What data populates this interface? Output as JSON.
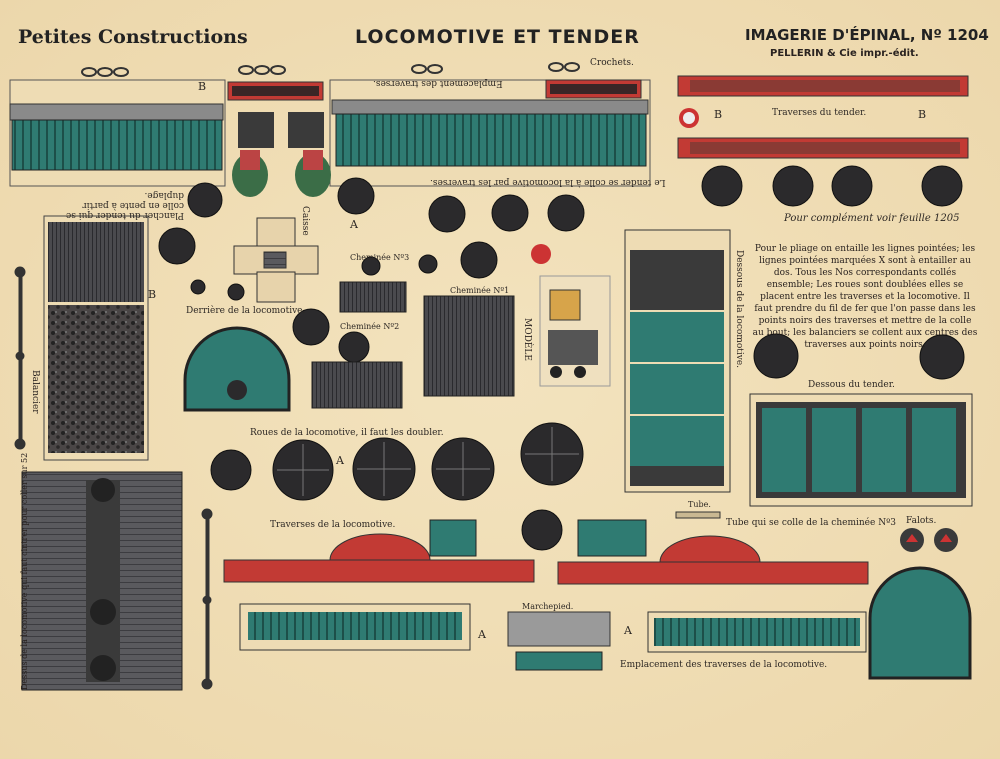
{
  "header": {
    "left_title": "Petites Constructions",
    "center_title": "LOCOMOTIVE ET TENDER",
    "right_title": "IMAGERIE D'ÉPINAL, Nº 1204",
    "publisher": "PELLERIN & Cie impr.-édit."
  },
  "labels": {
    "crochets": "Crochets.",
    "emplacement_traverses": "Emplacement des traverses.",
    "tender_colle": "Le tender se colle à la locomotive par les traverses.",
    "plancher": "Plancher du tender qui se colle en pente à partir duplage.",
    "traverses_tender": "Traverses du tender.",
    "complement": "Pour complément voir feuille 1205",
    "caisse": "Caisse",
    "cheminee_n3": "Cheminée Nº3",
    "cheminee_n1": "Cheminée Nº1",
    "cheminee_n2": "Cheminée Nº2",
    "derriere": "Derrière de la locomotive.",
    "modele": "MODÈLE",
    "dessous_loco": "Dessous de la locomotive.",
    "dessous_tender": "Dessous du tender.",
    "balancier": "Balancier",
    "roues": "Roues de la locomotive, il faut les doubler.",
    "dessus_loco": "Dessus de la locomotive qui faut cintrer pour coller sur 52",
    "traverses_loco": "Traverses de la locomotive.",
    "tube_label": "Tube.",
    "tube_cheminee": "Tube qui se colle de la cheminée Nº3",
    "falots": "Falots.",
    "marchepied": "Marchepied.",
    "emplacement_loco": "Emplacement des traverses de la locomotive.",
    "mark_a": "A",
    "mark_b": "B"
  },
  "instructions": "Pour le pliage on entaille les lignes pointées; les lignes pointées marquées X sont à entailler au dos. Tous les Nos correspondants collés ensemble; Les roues sont doublées elles se placent entre les traverses et la locomotive. Il faut prendre du fil de fer que l'on passe dans les points noirs des traverses et mettre de la colle au bout; les balanciers se collent aux centres des traverses aux points noirs.",
  "colors": {
    "paper": "#f1dfb8",
    "teal": "#2f7b72",
    "red": "#c23a34",
    "dark": "#2b2a2c",
    "ink": "#2a2320"
  },
  "wheels": {
    "top_row_count": 10,
    "loco_wheels_count": 6,
    "tender_wheels_count": 4
  }
}
